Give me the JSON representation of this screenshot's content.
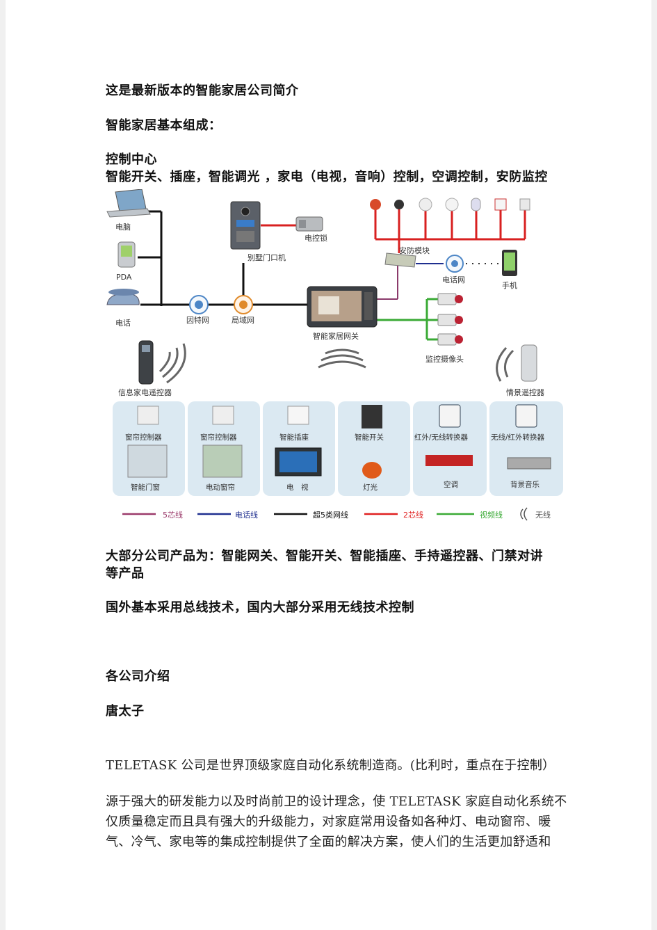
{
  "doc": {
    "title": "这是最新版本的智能家居公司简介",
    "composition_heading": "智能家居基本组成：",
    "control_center": "控制中心",
    "control_list": "智能开关、插座，智能调光 ，家电（电视，音响）控制，空调控制，安防监控",
    "products_line1": "大部分公司产品为：智能网关、智能开关、智能插座、手持遥控器、门禁对讲",
    "products_line2": "等产品",
    "tech_line": "国外基本采用总线技术，国内大部分采用无线技术控制",
    "companies_heading": "各公司介绍",
    "company_name": "唐太子",
    "teletask_line": "TELETASK 公司是世界顶级家庭自动化系统制造商。(比利时，重点在于控制）",
    "para_line1": "源于强大的研发能力以及时尚前卫的设计理念，使 TELETASK 家庭自动化系统不",
    "para_line2": "仅质量稳定而且具有强大的升级能力，对家庭常用设备如各种灯、电动窗帘、暖",
    "para_line3": "气、冷气、家电等的集成控制提供了全面的解决方案，使人们的生活更加舒适和"
  },
  "diagram": {
    "labels": {
      "computer": "电脑",
      "pda": "PDA",
      "phone": "电话",
      "internet": "因特网",
      "lan": "局域网",
      "villa_door": "别墅门口机",
      "e_lock": "电控锁",
      "security_module": "安防模块",
      "phone_net": "电话网",
      "mobile": "手机",
      "gateway": "智能家居网关",
      "camera": "监控摄像头",
      "info_remote": "信息家电遥控器",
      "scene_remote": "情景遥控器"
    },
    "boxes": [
      {
        "top": "窗帘控制器",
        "bottom": "智能门窗"
      },
      {
        "top": "窗帘控制器",
        "bottom": "电动窗帘"
      },
      {
        "top": "智能插座",
        "bottom": "电　视"
      },
      {
        "top": "智能开关",
        "bottom": "灯光"
      },
      {
        "top": "红外/无线转换器",
        "bottom": "空调"
      },
      {
        "top": "无线/红外转换器",
        "bottom": "背景音乐"
      }
    ],
    "legend": [
      {
        "label": "5芯线",
        "color": "#9b3a6b"
      },
      {
        "label": "电话线",
        "color": "#1f2f8f"
      },
      {
        "label": "超5类网线",
        "color": "#111111"
      },
      {
        "label": "2芯线",
        "color": "#e02020"
      },
      {
        "label": "视频线",
        "color": "#3aaa35"
      },
      {
        "label": "无线",
        "color": "#555555"
      }
    ]
  }
}
